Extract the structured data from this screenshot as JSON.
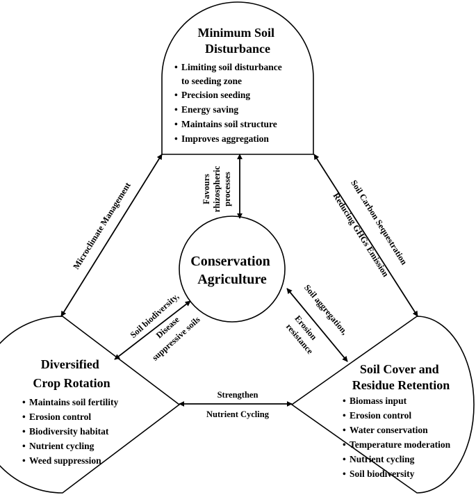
{
  "top_box": {
    "title_lines": [
      "Minimum Soil",
      "Disturbance"
    ],
    "bullets": [
      "Limiting soil disturbance",
      "to seeding zone",
      "Precision seeding",
      "Energy saving",
      "Maintains soil structure",
      "Improves aggregation"
    ]
  },
  "left_box": {
    "title_lines": [
      "Diversified",
      "Crop Rotation"
    ],
    "bullets": [
      "Maintains soil fertility",
      "Erosion control",
      "Biodiversity habitat",
      "Nutrient cycling",
      "Weed suppression"
    ]
  },
  "right_box": {
    "title_lines": [
      "Soil Cover and",
      "Residue Retention"
    ],
    "bullets": [
      "Biomass input",
      "Erosion control",
      "Water conservation",
      "Temperature moderation",
      "Nutrient cycling",
      "Soil biodiversity"
    ]
  },
  "center": {
    "lines": [
      "Conservation",
      "Agriculture"
    ]
  },
  "labels": {
    "top_left_edge": "Microclimate Management",
    "top_right_edge_1": "Soil Carbon Sequestration",
    "top_right_edge_2": "Reducing GHGs Emission",
    "bottom_edge_1": "Strengthen",
    "bottom_edge_2": "Nutrient Cycling",
    "spoke_top": [
      "Favours",
      "rhizospheric",
      "processes"
    ],
    "spoke_left": [
      "Soil biodiversity,",
      "Disease",
      "suppressive soils"
    ],
    "spoke_right": [
      "Soil aggregation,",
      "Erosion",
      "resistance"
    ]
  }
}
